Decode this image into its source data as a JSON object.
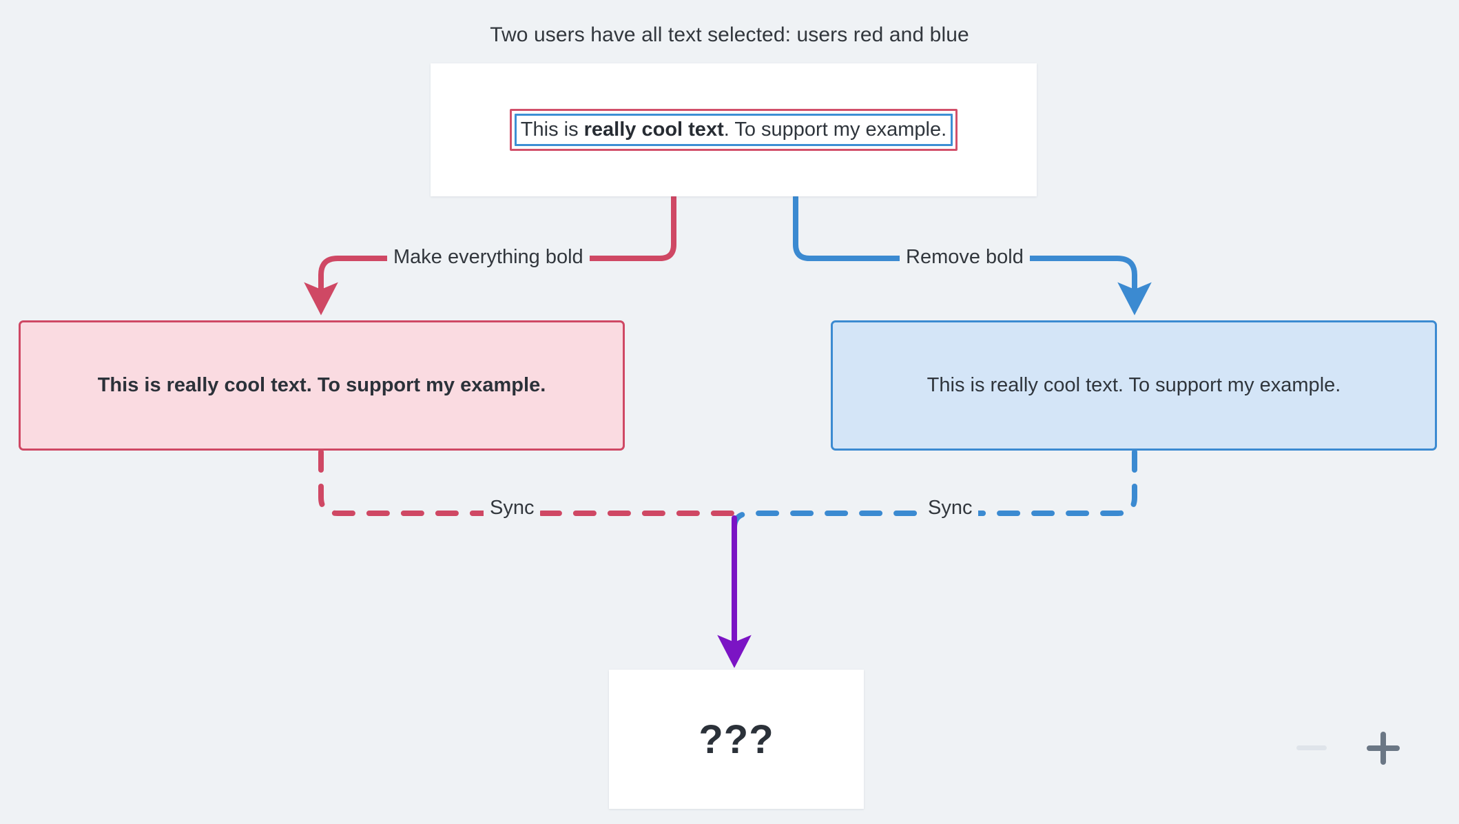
{
  "background_color": "#eff2f5",
  "title": "Two users have all text selected: users red and blue",
  "source": {
    "text_prefix": "This is ",
    "text_bold": "really cool text",
    "text_suffix": ". To support my example.",
    "selection_outer_user": "red",
    "selection_inner_user": "blue",
    "selection_outer_color": "#d2506a",
    "selection_inner_color": "#3d8fd4"
  },
  "edges": {
    "make_bold_label": "Make everything bold",
    "remove_bold_label": "Remove bold",
    "sync_left_label": "Sync",
    "sync_right_label": "Sync",
    "red_color": "#cf4864",
    "blue_color": "#3b8ad1",
    "purple_color": "#7b14c4"
  },
  "results": {
    "red": {
      "text": "This is really cool text. To support my example.",
      "weight": "bold",
      "fill": "#fadbe1",
      "border": "#cf4864"
    },
    "blue": {
      "text": "This is really cool text. To support my example.",
      "weight": "regular",
      "fill": "#d4e5f7",
      "border": "#3b8ad1"
    }
  },
  "unknown": {
    "text": "???"
  },
  "zoom_controls": {
    "zoom_out_icon": "minus-icon",
    "zoom_in_icon": "plus-icon",
    "zoom_out_color": "#dfe4ea",
    "zoom_in_color": "#6b7785"
  }
}
